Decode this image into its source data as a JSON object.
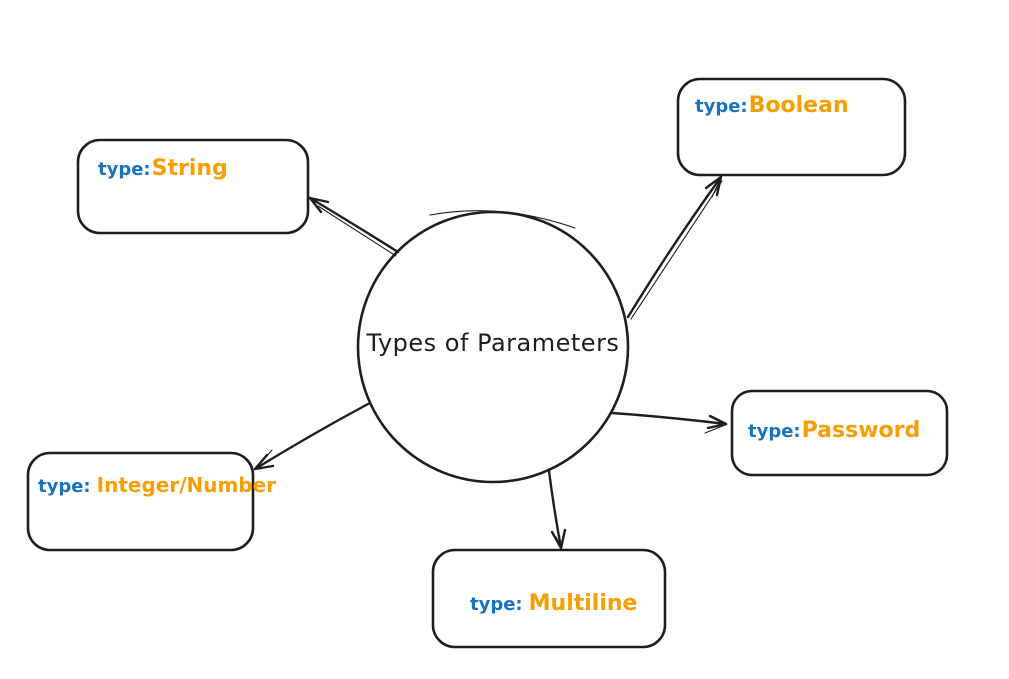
{
  "diagram": {
    "center": {
      "label": "Types of Parameters"
    },
    "nodes": [
      {
        "id": "string",
        "prefix": "type:",
        "value": "String"
      },
      {
        "id": "boolean",
        "prefix": "type:",
        "value": "Boolean"
      },
      {
        "id": "password",
        "prefix": "type:",
        "value": "Password"
      },
      {
        "id": "multiline",
        "prefix": "type:",
        "value": "Multiline"
      },
      {
        "id": "integer-number",
        "prefix": "type:",
        "value": "Integer/Number"
      }
    ],
    "colors": {
      "stroke": "#1e1e1e",
      "prefix": "#1971c2",
      "value": "#f59f00",
      "background": "#ffffff"
    }
  }
}
